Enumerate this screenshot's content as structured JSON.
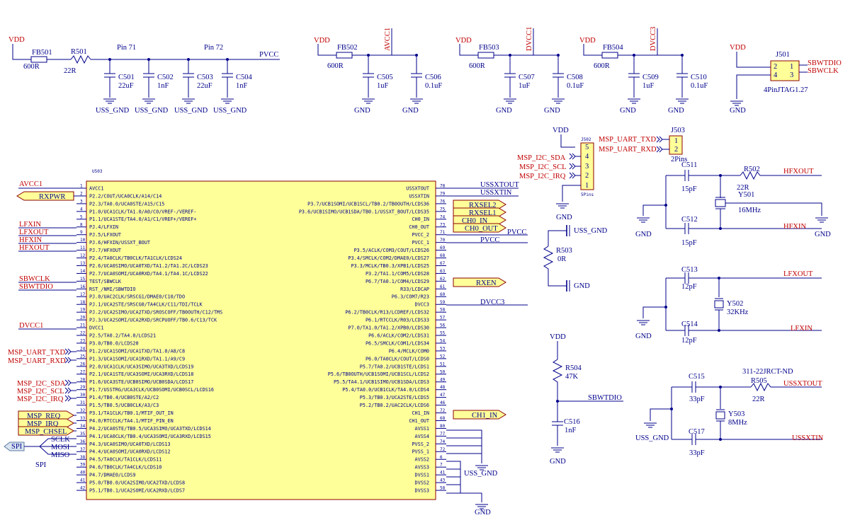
{
  "power": {
    "vdd": "VDD",
    "gnd": "GND",
    "uss_gnd": "USS_GND",
    "pvcc": "PVCC",
    "avcc1": "AVCC1",
    "dvcc1": "DVCC1",
    "dvcc3": "DVCC3"
  },
  "top": {
    "fb501": "FB501",
    "fb501_val": "600R",
    "r501": "R501",
    "r501_val": "22R",
    "pin71": "Pin 71",
    "pin72": "Pin 72",
    "c501": "C501",
    "c501_val": "22uF",
    "c502": "C502",
    "c502_val": "1nF",
    "c503": "C503",
    "c503_val": "22uF",
    "c504": "C504",
    "c504_val": "1nF",
    "fb502": "FB502",
    "fb502_val": "600R",
    "c505": "C505",
    "c505_val": "1uF",
    "c506": "C506",
    "c506_val": "0.1uF",
    "fb503": "FB503",
    "fb503_val": "600R",
    "c507": "C507",
    "c507_val": "1uF",
    "c508": "C508",
    "c508_val": "0.1uF",
    "fb504": "FB504",
    "fb504_val": "600R",
    "c509": "C509",
    "c509_val": "1uF",
    "c510": "C510",
    "c510_val": "0.1uF"
  },
  "jtag": {
    "ref": "J501",
    "name": "4PinJTAG1.27",
    "pins": [
      "2",
      "1",
      "4",
      "3"
    ],
    "sbwtdio": "SBWTDIO",
    "sbwclk": "SBWCLK"
  },
  "j502": {
    "ref": "J502",
    "name": "5Pins",
    "pins": [
      "5",
      "4",
      "3",
      "2",
      "1"
    ],
    "nets": [
      "MSP_I2C_SDA",
      "MSP_I2C_SCL",
      "MSP_I2C_IRQ"
    ]
  },
  "j503": {
    "ref": "J503",
    "name": "2Pins",
    "pins": [
      "1",
      "2"
    ],
    "nets": [
      "MSP_UART_TXD",
      "MSP_UART_RXD"
    ]
  },
  "mcu": {
    "ref": "U503",
    "left": [
      {
        "n": "1",
        "t": "AVCC1"
      },
      {
        "n": "2",
        "t": "P2.2/COUT/UCA0CLK/A14/C14"
      },
      {
        "n": "3",
        "t": "P2.3/TA0.0/UCA0STE/A15/C15"
      },
      {
        "n": "4",
        "t": "P1.0/UCA1CLK/TA1.0/A0/C0/VREF-/VEREF-"
      },
      {
        "n": "5",
        "t": "P1.1/UCA1STE/TA4.0/A1/C1/VREF+/VEREF+"
      },
      {
        "n": "8",
        "t": "PJ.4/LFXIN"
      },
      {
        "n": "9",
        "t": "PJ.5/LFXOUT"
      },
      {
        "n": "10",
        "t": "PJ.6/HFXIN/USSXT_BOUT"
      },
      {
        "n": "11",
        "t": "PJ.7/HFXOUT"
      },
      {
        "n": "12",
        "t": "P2.4/TA0CLK/TB0CLK/TA1CLK/LCDS24"
      },
      {
        "n": "13",
        "t": "P2.6/UCA0SIMO/UCA0TXD/TA1.2/TA1.2C/LCDS23"
      },
      {
        "n": "14",
        "t": "P2.7/UCA0SOMI/UCA0RXD/TA4.1/TA4.1C/LCDS22"
      },
      {
        "n": "15",
        "t": "TEST/SBWCLK"
      },
      {
        "n": "16",
        "t": "RST_/NMI/SBWTDIO"
      },
      {
        "n": "17",
        "t": "PJ.0/UAC2CLK/SRSCG1/DMAE0/C10/TDO"
      },
      {
        "n": "18",
        "t": "PJ.1/UCA2STE/SRSCG0/TA4CLK/C11/TDI/TCLK"
      },
      {
        "n": "19",
        "t": "PJ.2/UCA2SIMO/UCA2TXD/SROSCOFF/TB0OUTH/C12/TMS"
      },
      {
        "n": "20",
        "t": "PJ.3/UCA2SOMI/UCA2RXD/SRCPUOFF/TB0.6/C13/TCK"
      },
      {
        "n": "21",
        "t": "DVCC1"
      },
      {
        "n": "22",
        "t": "P2.5/TA0.2/TA4.0/LCDS21"
      },
      {
        "n": "23",
        "t": "P3.0/TB0.0/LCDS20"
      },
      {
        "n": "24",
        "t": "P1.2/UCA1SOMI/UCA1TXD/TA1.0/A8/C8"
      },
      {
        "n": "25",
        "t": "P1.3/UCA1SOMI/UCA1RXD/TA1.1/A9/C9"
      },
      {
        "n": "26",
        "t": "P2.0/UCA1CLK/UCA3SIMO/UCA3TXD/LCDS19"
      },
      {
        "n": "27",
        "t": "P2.1/UCA1STE/UCA3SOMI/UCA3RXD/LCDS18"
      },
      {
        "n": "28",
        "t": "P1.6/UCA3STE/UCB0SIMO/UCB0SDA/LCDS17"
      },
      {
        "n": "29",
        "t": "P1.7/USSTRG/UCA3CLK/UCB0SOMI/UCB0SCL/LCDS16"
      },
      {
        "n": "30",
        "t": "P1.4/TB0.4/UCB0STE/A2/C2"
      },
      {
        "n": "31",
        "t": "P1.5/TB0.5/UCB0CLK/A3/C3"
      },
      {
        "n": "32",
        "t": "P3.1/TA1CLK/TB0.1/MTIF_OUT_IN"
      },
      {
        "n": "33",
        "t": "P4.0/RTCCLK/TA4.1/MTIF_PIN_EN"
      },
      {
        "n": "34",
        "t": "P4.2/UCA0STE/TB0.5/UCA3SIMO/UCA3TXD/LCDS14"
      },
      {
        "n": "35",
        "t": "P4.1/UCA0CLK/TB0.4/UCA3SOMI/UCA3RXD/LCDS15"
      },
      {
        "n": "36",
        "t": "P4.3/UCA0SIMO/UCA0TXD/LCDS13"
      },
      {
        "n": "37",
        "t": "P4.4/UCA0SOMI/UCA0RXD/LCDS12"
      },
      {
        "n": "38",
        "t": "P4.5/TA0CLK/TA1CLK/LCDS11"
      },
      {
        "n": "39",
        "t": "P4.6/TB0CLK/TA4CLK/LCDS10"
      },
      {
        "n": "40",
        "t": "P4.7/DMAE0/LCDS9"
      },
      {
        "n": "41",
        "t": "P5.0/TB0.0/UCA2SIMO/UCA2TXD/LCDS8"
      },
      {
        "n": "42",
        "t": "P5.1/TB0.1/UCA2SOMI/UCA2RXD/LCDS7"
      }
    ],
    "right": [
      {
        "n": "78",
        "t": "USSXTOUT"
      },
      {
        "n": "79",
        "t": "USSXTIN"
      },
      {
        "n": "76",
        "t": "P3.7/UCB1SOMI/UCB1SCL/TB0.2/TB0OUTH/LCDS36"
      },
      {
        "n": "75",
        "t": "P3.6/UCB1SIMO/UCB1SDA/TB0.1/USSXT_BOUT/LCDS35"
      },
      {
        "n": "74",
        "t": "CH0_IN"
      },
      {
        "n": "73",
        "t": "CH0_OUT"
      },
      {
        "n": "71",
        "t": "PVCC_2"
      },
      {
        "n": "70",
        "t": "PVCC_1"
      },
      {
        "n": "69",
        "t": "P3.5/ACLK/COM3/COUT/LCDS26"
      },
      {
        "n": "68",
        "t": "P3.4/SMCLK/COM2/DMAE0/LCDS27"
      },
      {
        "n": "67",
        "t": "P3.3/MCLK/TB0.3/XPB1/LCDS25"
      },
      {
        "n": "63",
        "t": "P3.2/TA1.1/COM5/LCDS28"
      },
      {
        "n": "62",
        "t": "P6.7/TA0.1/COM4/LCDS29"
      },
      {
        "n": "61",
        "t": "R33/LCDCAP"
      },
      {
        "n": "60",
        "t": "P6.3/COM7/R23"
      },
      {
        "n": "59",
        "t": "DVCC3"
      },
      {
        "n": "58",
        "t": "P6.2/TB0CLK/R13/LCDREF/LCDS32"
      },
      {
        "n": "57",
        "t": "P6.1/RTCCLK/R03/LCDS33"
      },
      {
        "n": "56",
        "t": "P7.0/TA1.0/TA1.2/XPB0/LCDS30"
      },
      {
        "n": "55",
        "t": "P6.6/ACLK/COM2/LCDS31"
      },
      {
        "n": "54",
        "t": "P6.5/SMCLK/COM1/LCDS34"
      },
      {
        "n": "53",
        "t": "P6.4/MCLK/COM0"
      },
      {
        "n": "52",
        "t": "P6.0/TA0CLK/COUT/LCDS0"
      },
      {
        "n": "51",
        "t": "P5.7/TA0.2/UCB1STE/LCDS1"
      },
      {
        "n": "50",
        "t": "P5.6/TB0OUTH/UCB1SOMI/UCB1SCL/LCDS2"
      },
      {
        "n": "49",
        "t": "P5.5/TA4.1/UCB1SIMO/UCB1SDA/LCDS3"
      },
      {
        "n": "48",
        "t": "P5.4/TA0.0/UCB1CLK/TA4.0/LCDS4"
      },
      {
        "n": "47",
        "t": "P5.3/TB0.3/UCA2STE/LCDS5"
      },
      {
        "n": "46",
        "t": "P5.2/TB0.2/UAC2CLK/LCDS6"
      },
      {
        "n": "72",
        "t": "CH1_IN"
      },
      {
        "n": "68",
        "t": "CH1_OUT"
      },
      {
        "n": "80",
        "t": "AVSS1"
      },
      {
        "n": "77",
        "t": "AVSS4"
      },
      {
        "n": "74",
        "t": "PVSS_2"
      },
      {
        "n": "72",
        "t": "PVSS_1"
      },
      {
        "n": "6",
        "t": "AVSS2"
      },
      {
        "n": "7",
        "t": "AVSS3"
      },
      {
        "n": "41",
        "t": "DVSS1"
      },
      {
        "n": "43",
        "t": "DVSS2"
      },
      {
        "n": "58",
        "t": "DVSS3"
      }
    ]
  },
  "left_nets": {
    "avcc1": "AVCC1",
    "rxpwr": "RXPWR",
    "lfxin": "LFXIN",
    "lfxout": "LFXOUT",
    "hfxin": "HFXIN",
    "hfxout": "HFXOUT",
    "sbwclk": "SBWCLK",
    "sbwtdio": "SBWTDIO",
    "dvcc1": "DVCC1",
    "uart_txd": "MSP_UART_TXD",
    "uart_rxd": "MSP_UART_RXD",
    "i2c_sda": "MSP_I2C_SDA",
    "i2c_scl": "MSP_I2C_SCL",
    "i2c_irq": "MSP_I2C_IRQ",
    "msp_req": "MSP_REQ",
    "msp_irq": "MSP_IRQ",
    "msp_chsel": "MSP_CHSEL",
    "spi": "SPI",
    "spi_port": "SPI",
    "sclk": "SCLK",
    "mosi": "MOSI",
    "miso": "MISO"
  },
  "right_nets": {
    "ussxtout": "USSXTOUT",
    "ussxtin": "USSXTIN",
    "rxsel2": "RXSEL2",
    "rxsel1": "RXSEL1",
    "ch0_in": "CH0_IN",
    "ch0_out": "CH0_OUT",
    "pvcc": "PVCC",
    "rxen": "RXEN",
    "dvcc3": "DVCC3",
    "ch1_in": "CH1_IN",
    "uss_gnd": "USS_GND"
  },
  "misc": {
    "r503": "R503",
    "r503_val": "0R",
    "r504": "R504",
    "r504_val": "47K",
    "c516": "C516",
    "c516_val": "1nF",
    "sbwtdio": "SBWTDIO"
  },
  "xtal": {
    "c511": "C511",
    "c511_val": "15pF",
    "c512": "C512",
    "c512_val": "15pF",
    "r502": "R502",
    "r502_val": "22R",
    "y501": "Y501",
    "y501_val": "16MHz",
    "hfxout": "HFXOUT",
    "hfxin": "HFXIN",
    "c513": "C513",
    "c513_val": "12pF",
    "c514": "C514",
    "c514_val": "12pF",
    "y502": "Y502",
    "y502_val": "32KHz",
    "lfxout": "LFXOUT",
    "lfxin": "LFXIN",
    "c515": "C515",
    "c515_val": "33pF",
    "c517": "C517",
    "c517_val": "33pF",
    "r505": "R505",
    "r505_part": "311-22JRCT-ND",
    "r505_val": "22R",
    "y503": "Y503",
    "y503_val": "8MHz",
    "ussxtout": "USSXTOUT",
    "ussxtin": "USSXTIN"
  }
}
